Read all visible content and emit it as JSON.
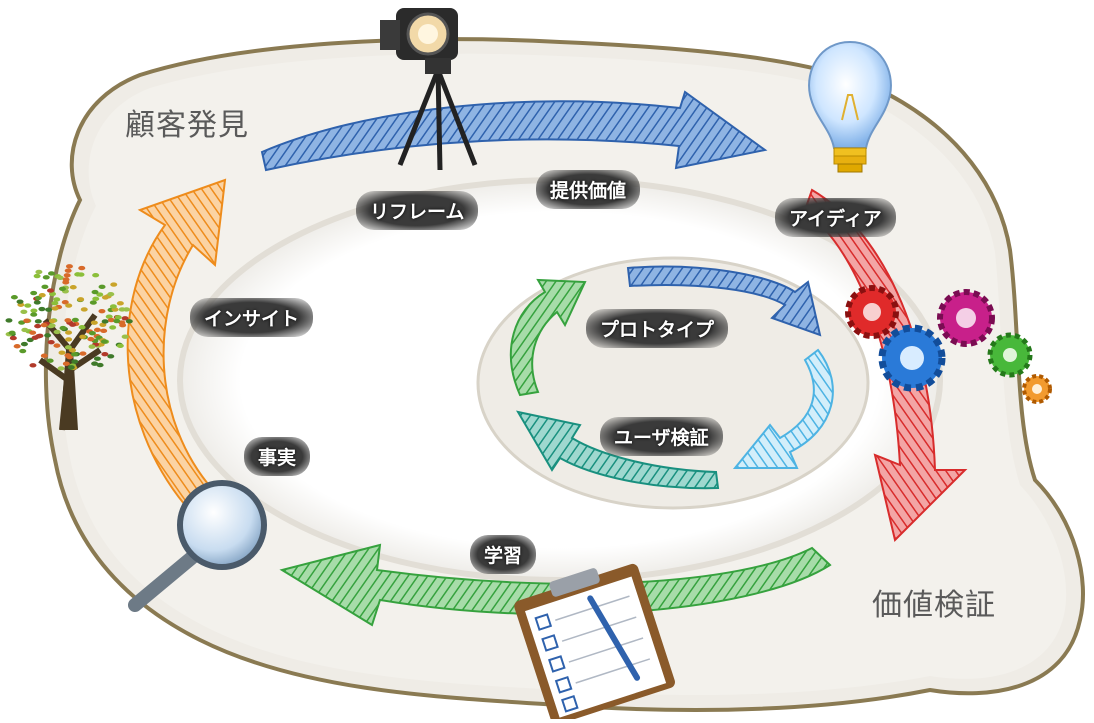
{
  "stages": {
    "customer_discovery": "顧客発見",
    "value_validation": "価値検証"
  },
  "steps": {
    "reframe": "リフレーム",
    "value_proposition": "提供価値",
    "idea": "アイディア",
    "insight": "インサイト",
    "facts": "事実",
    "learning": "学習"
  },
  "inner_cycle": {
    "prototype": "プロトタイプ",
    "user_validation": "ユーザ検証"
  },
  "colors": {
    "outer_frame": "#8a7a52",
    "background_shape": "#efece6",
    "blue_arrow": "#3f78c4",
    "red_arrow": "#e03a3a",
    "green_arrow": "#43b04a",
    "orange_arrow": "#f29a2e",
    "teal_arrow": "#1e9e8c",
    "light_blue_arrow": "#56b8e6"
  },
  "icons": [
    "spotlight-icon",
    "lightbulb-icon",
    "gears-icon",
    "tree-icon",
    "magnifier-icon",
    "clipboard-icon"
  ]
}
